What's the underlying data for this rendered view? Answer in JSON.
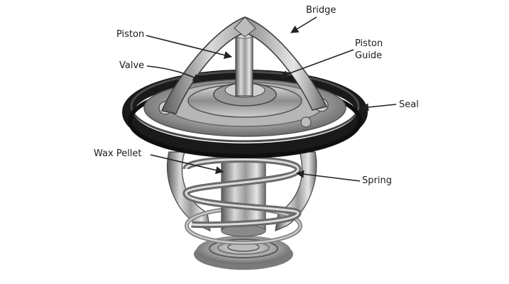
{
  "diagram": {
    "labels": {
      "bridge": "Bridge",
      "piston": "Piston",
      "piston_guide_line1": "Piston",
      "piston_guide_line2": "Guide",
      "valve": "Valve",
      "seal": "Seal",
      "wax_pellet": "Wax Pellet",
      "spring": "Spring"
    }
  }
}
